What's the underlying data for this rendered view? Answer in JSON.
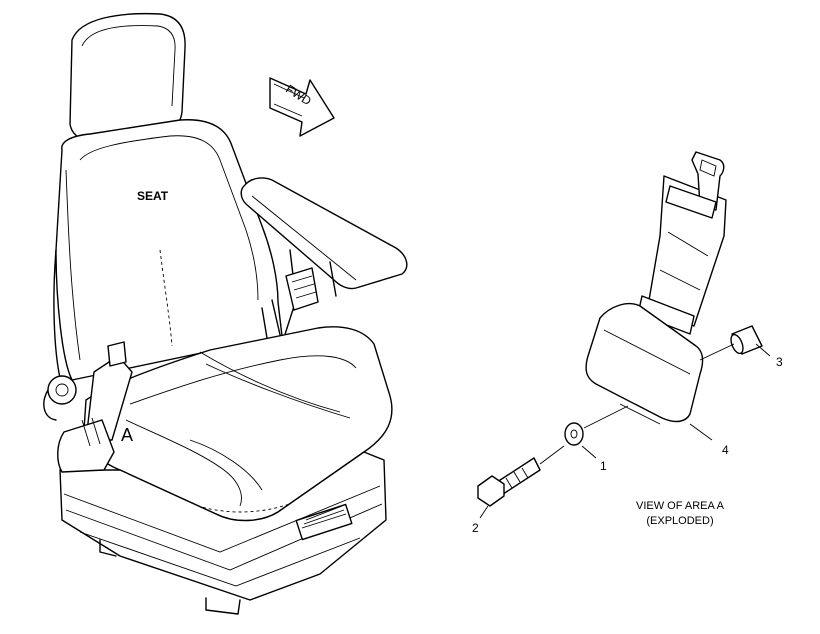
{
  "labels": {
    "seat": "SEAT",
    "fwd": "FWD",
    "area": "A",
    "view_line1": "VIEW OF AREA A",
    "view_line2": "(EXPLODED)"
  },
  "callouts": [
    "1",
    "2",
    "3",
    "4"
  ]
}
